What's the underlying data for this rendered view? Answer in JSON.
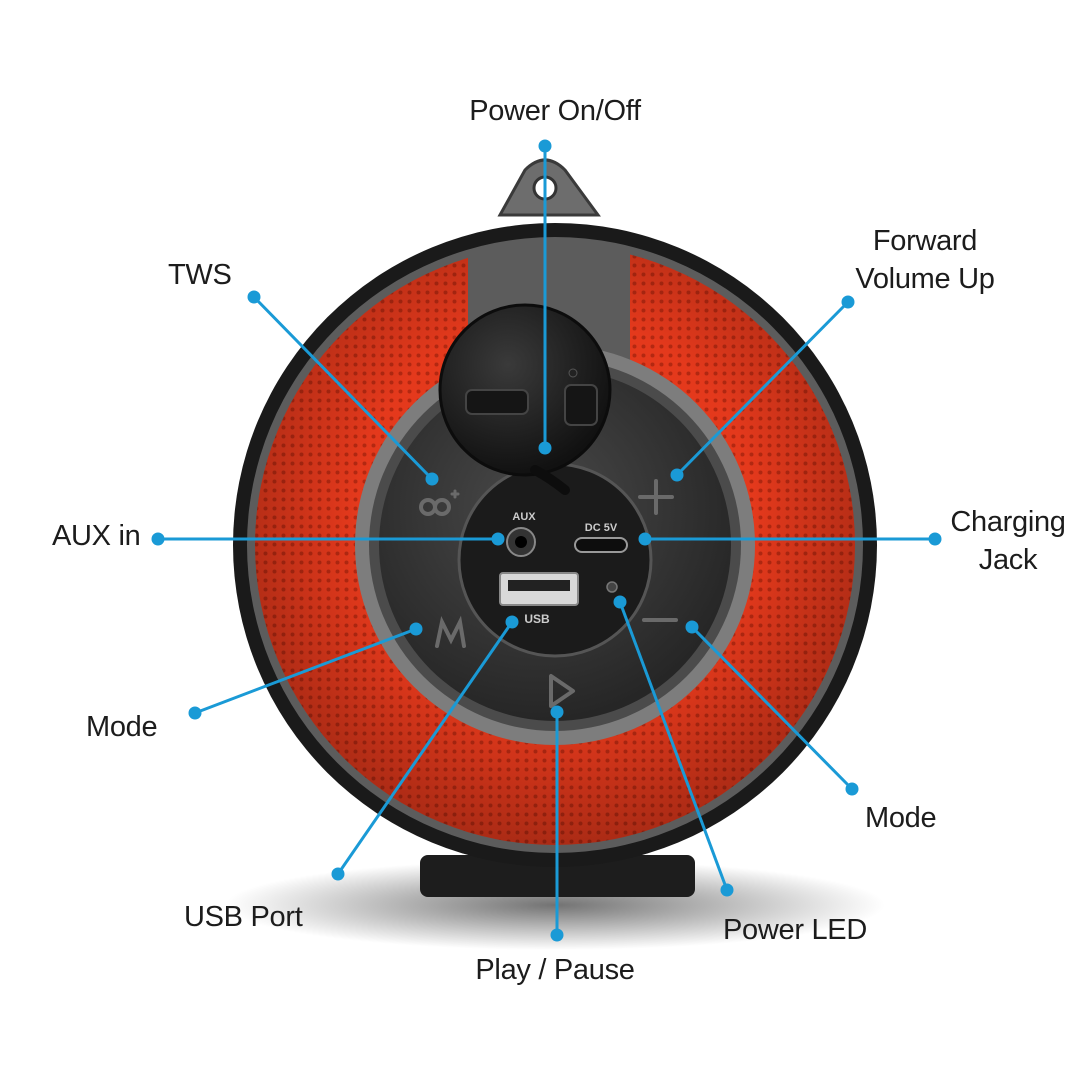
{
  "colors": {
    "callout_line": "#1a9ad6",
    "grille": "#e23a1e",
    "housing": "#3a3a3a",
    "label_text": "#1c1c1c"
  },
  "device": {
    "port_labels": {
      "aux": "AUX",
      "dc": "DC 5V",
      "usb": "USB"
    },
    "button_icons": [
      "tws-icon",
      "plus-icon",
      "minus-icon",
      "mode-icon",
      "play-icon"
    ]
  },
  "callouts": {
    "power": "Power On/Off",
    "forward_line1": "Forward",
    "forward_line2": "Volume Up",
    "tws": "TWS",
    "aux": "AUX in",
    "charging_line1": "Charging",
    "charging_line2": "Jack",
    "mode_left": "Mode",
    "mode_right": "Mode",
    "usb": "USB Port",
    "power_led": "Power LED",
    "play": "Play / Pause"
  }
}
